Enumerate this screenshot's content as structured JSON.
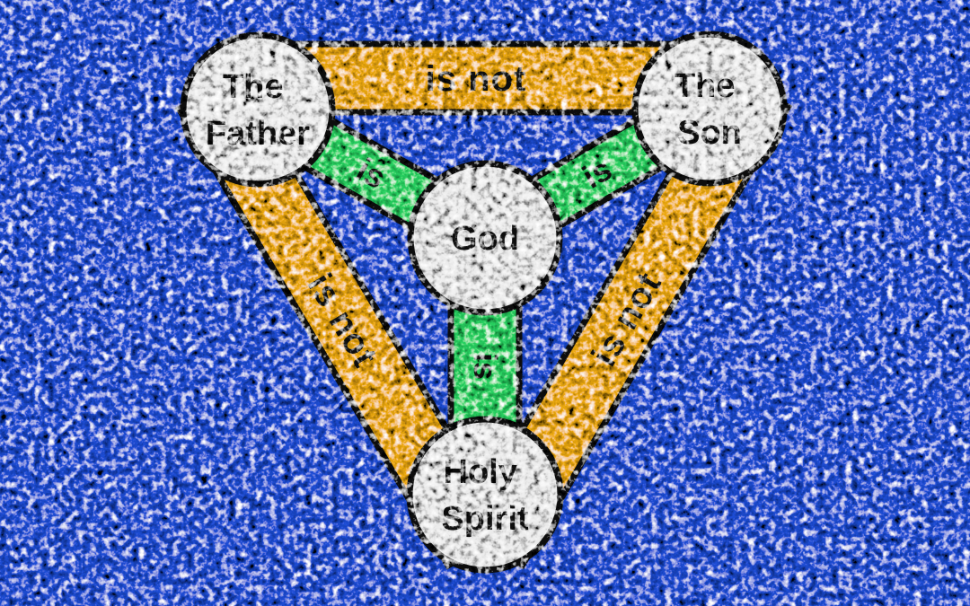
{
  "colors": {
    "background": "#1d4ed8",
    "band_is_not": "#f0ac12",
    "band_is": "#29d563",
    "node_fill": "#e9e9e9",
    "outline": "#101010",
    "text": "#141414"
  },
  "nodes": {
    "father": {
      "line1": "The",
      "line2": "Father"
    },
    "son": {
      "line1": "The",
      "line2": "Son"
    },
    "god": {
      "label": "God"
    },
    "holy_spirit": {
      "line1": "Holy",
      "line2": "Spirit"
    }
  },
  "edges": {
    "father_son": {
      "label": "is not"
    },
    "father_holy_spirit": {
      "label": "is not"
    },
    "son_holy_spirit": {
      "label": "is not"
    },
    "father_god": {
      "label": "is"
    },
    "son_god": {
      "label": "is"
    },
    "holy_spirit_god": {
      "label": "is"
    }
  }
}
